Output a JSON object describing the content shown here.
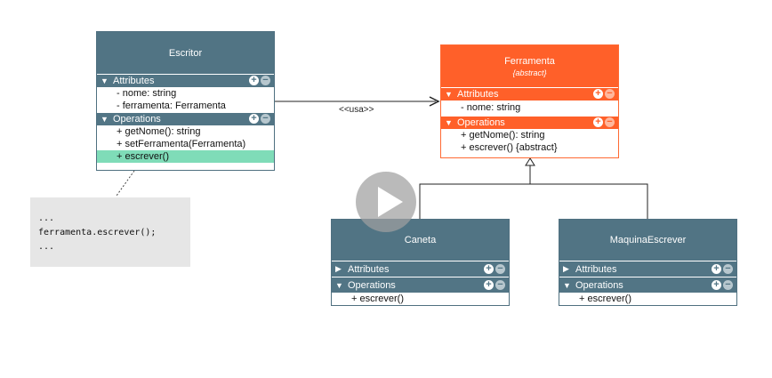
{
  "classes": {
    "escritor": {
      "name": "Escritor",
      "attributes_label": "Attributes",
      "attributes": [
        "- nome: string",
        "- ferramenta: Ferramenta"
      ],
      "operations_label": "Operations",
      "operations": [
        "+ getNome(): string",
        "+ setFerramenta(Ferramenta)",
        "+ escrever()"
      ]
    },
    "ferramenta": {
      "name": "Ferramenta",
      "stereotype": "{abstract}",
      "attributes_label": "Attributes",
      "attributes": [
        "- nome: string"
      ],
      "operations_label": "Operations",
      "operations": [
        "+ getNome(): string",
        "+ escrever() {abstract}"
      ]
    },
    "caneta": {
      "name": "Caneta",
      "attributes_label": "Attributes",
      "operations_label": "Operations",
      "operations": [
        "+ escrever()"
      ]
    },
    "maquina": {
      "name": "MaquinaEscrever",
      "attributes_label": "Attributes",
      "operations_label": "Operations",
      "operations": [
        "+ escrever()"
      ]
    }
  },
  "association_label": "<<usa>>",
  "note_lines": [
    "...",
    "ferramenta.escrever();",
    "..."
  ],
  "colors": {
    "class_header": "#517484",
    "abstract_header": "#ff6029",
    "highlight": "#7fdcb8",
    "note_bg": "#e6e6e6"
  },
  "icons": {
    "expand": "triangle-down-icon",
    "collapse": "triangle-right-icon",
    "add": "plus-circle-icon",
    "remove": "minus-circle-icon",
    "video": "play-icon"
  }
}
